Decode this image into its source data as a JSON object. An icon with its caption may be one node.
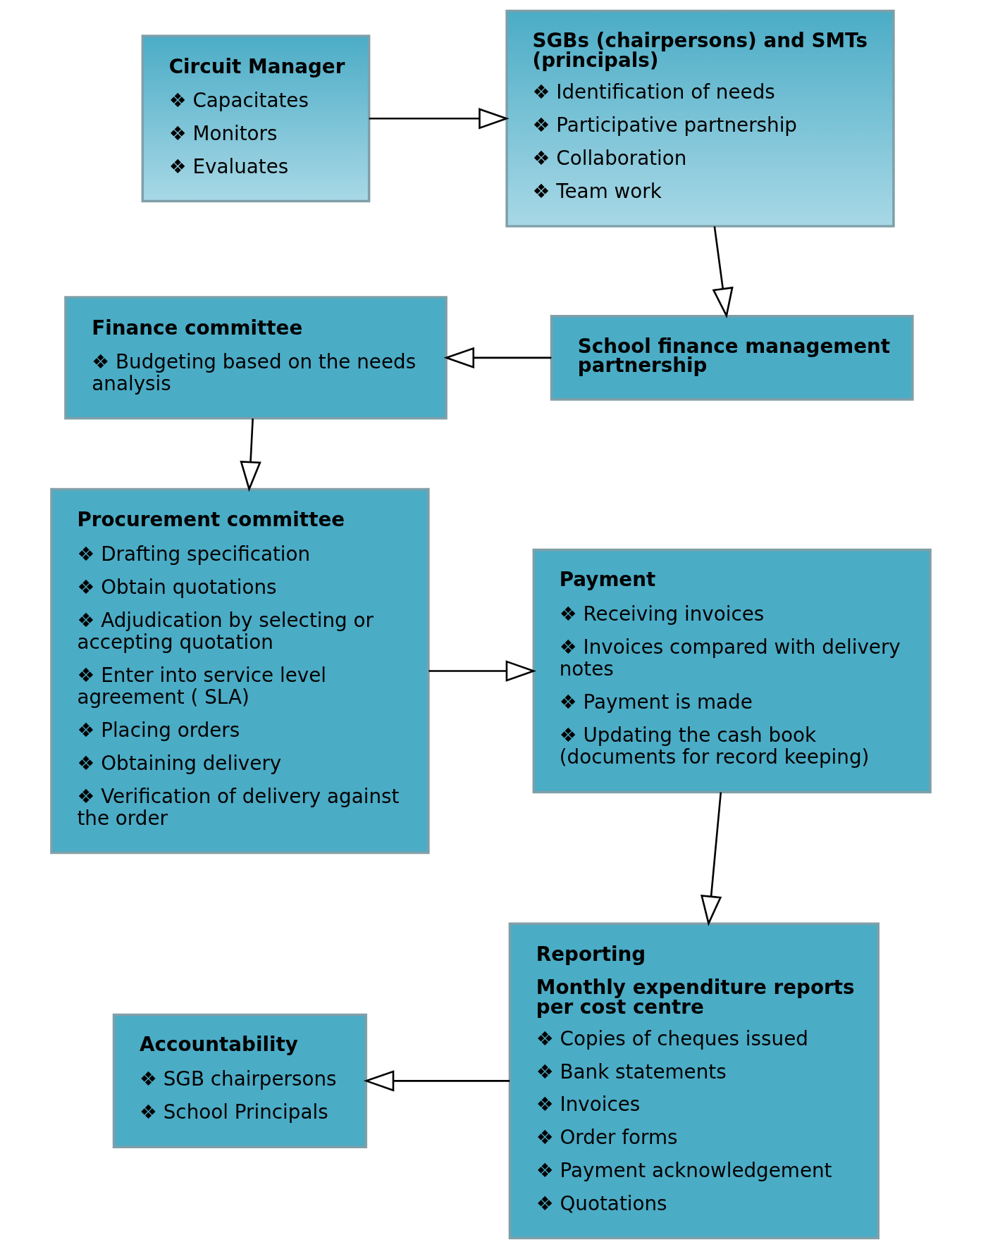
{
  "diagram": {
    "nodes": [
      {
        "text": [
          "Circuit Manager",
          "❖ Capacitates",
          "❖ Monitors",
          "❖ Evaluates"
        ]
      },
      {
        "text": [
          "SGBs (chairpersons) and SMTs (principals)",
          "❖ Identification of needs",
          "❖ Participative partnership",
          "❖ Collaboration",
          "❖ Team work"
        ]
      },
      {
        "text": [
          "School finance management partnership"
        ]
      },
      {
        "text": [
          "Finance committee",
          "❖ Budgeting based on the needs analysis"
        ]
      },
      {
        "text": [
          "Procurement committee",
          "❖ Drafting specification",
          "❖ Obtain quotations",
          "❖ Adjudication by selecting or accepting quotation",
          "❖ Enter into service level agreement ( SLA)",
          "❖ Placing orders",
          "❖ Obtaining delivery",
          "❖ Verification of delivery against the order"
        ]
      },
      {
        "text": [
          "Payment",
          "❖ Receiving invoices",
          "❖ Invoices compared with delivery notes",
          "❖ Payment is made",
          "❖ Updating the cash book (documents for record keeping)"
        ]
      },
      {
        "text": [
          "Reporting",
          "Monthly expenditure reports per cost centre",
          "❖ Copies of cheques issued",
          "❖ Bank statements",
          "❖ Invoices",
          "❖ Order forms",
          "❖ Payment acknowledgement",
          "❖ Quotations"
        ]
      },
      {
        "text": [
          "Accountability",
          "❖ SGB chairpersons",
          "❖ School Principals"
        ]
      }
    ],
    "edges": [
      {
        "from": 0,
        "to": 1,
        "arrow": "to"
      },
      {
        "from": 1,
        "to": 2,
        "arrow": "to"
      },
      {
        "from": 2,
        "to": 3,
        "arrow": "to"
      },
      {
        "from": 3,
        "to": 4,
        "arrow": "to"
      },
      {
        "from": 4,
        "to": 5,
        "arrow": "to"
      },
      {
        "from": 5,
        "to": 6,
        "arrow": "to"
      },
      {
        "from": 6,
        "to": 7,
        "arrow": "to"
      }
    ]
  }
}
